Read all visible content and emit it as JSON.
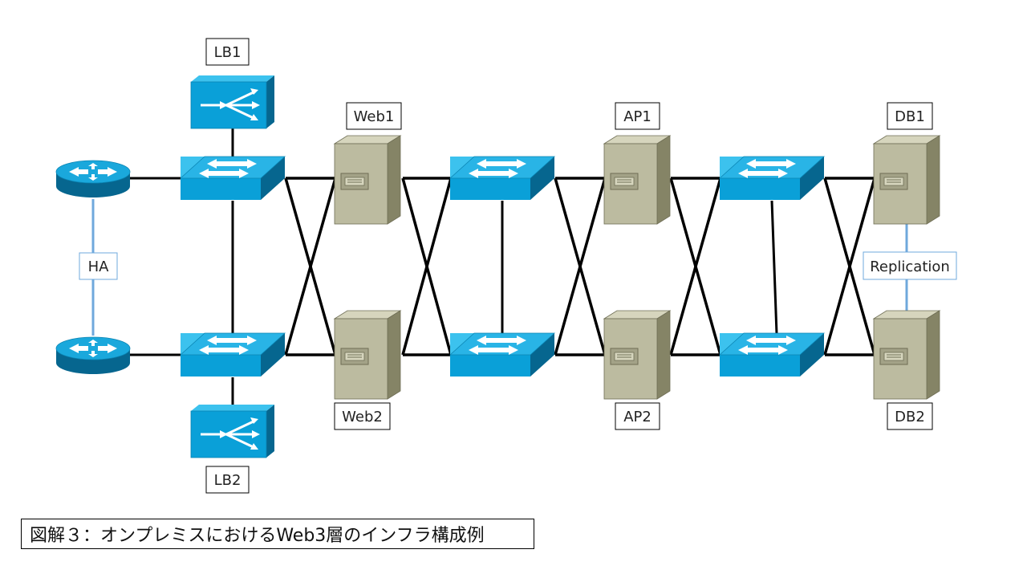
{
  "caption": "図解３：オンプレミスにおけるWeb3層のインフラ構成例",
  "colors": {
    "device_blue": "#0aa0d8",
    "device_blue_dark": "#06668f",
    "device_blue_top": "#3cc2ee",
    "server_front": "#bcbba0",
    "server_side": "#858466",
    "server_top": "#d6d5bd",
    "link": "#000000",
    "ha_link": "#6fa8dc"
  },
  "labels": {
    "lb1": "LB1",
    "lb2": "LB2",
    "web1": "Web1",
    "web2": "Web2",
    "ap1": "AP1",
    "ap2": "AP2",
    "db1": "DB1",
    "db2": "DB2",
    "ha": "HA",
    "replication": "Replication"
  },
  "icons": {
    "router": "router-icon",
    "switch": "switch-icon",
    "load_balancer": "load-balancer-icon",
    "server": "server-icon"
  }
}
